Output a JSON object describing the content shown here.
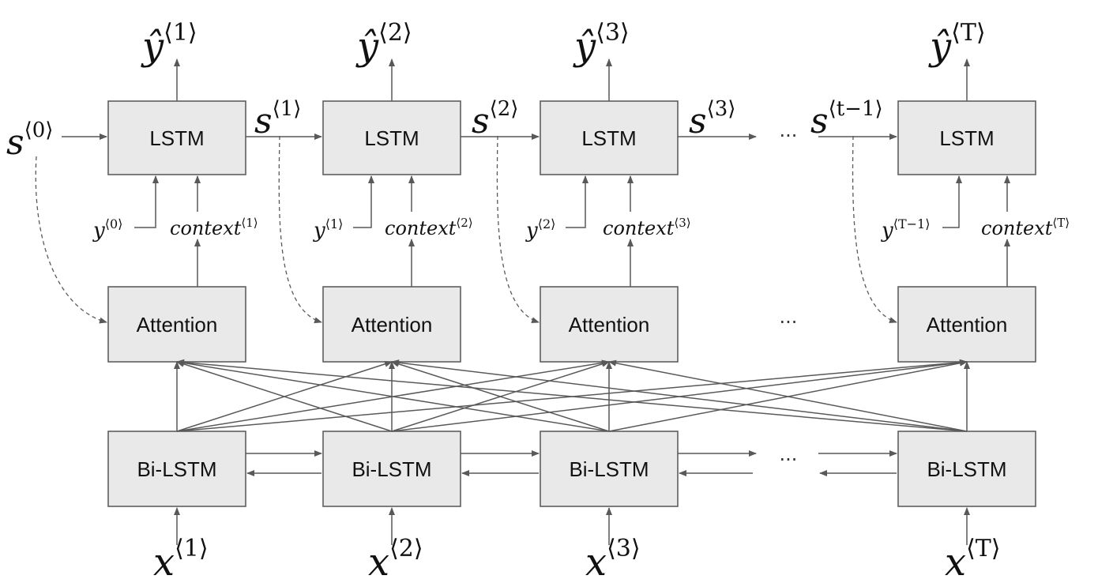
{
  "diagram": {
    "box_labels": {
      "lstm": "LSTM",
      "attention": "Attention",
      "bilstm": "Bi-LSTM"
    },
    "ellipsis": "···",
    "outputs": [
      {
        "base": "ŷ",
        "sup": "⟨1⟩"
      },
      {
        "base": "ŷ",
        "sup": "⟨2⟩"
      },
      {
        "base": "ŷ",
        "sup": "⟨3⟩"
      },
      {
        "base": "ŷ",
        "sup": "⟨T⟩"
      }
    ],
    "states": [
      {
        "base": "s",
        "sup": "⟨0⟩"
      },
      {
        "base": "s",
        "sup": "⟨1⟩"
      },
      {
        "base": "s",
        "sup": "⟨2⟩"
      },
      {
        "base": "s",
        "sup": "⟨3⟩"
      },
      {
        "base": "s",
        "sup": "⟨t−1⟩"
      }
    ],
    "prev_outputs": [
      {
        "base": "y",
        "sup": "⟨0⟩"
      },
      {
        "base": "y",
        "sup": "⟨1⟩"
      },
      {
        "base": "y",
        "sup": "⟨2⟩"
      },
      {
        "base": "y",
        "sup": "⟨T−1⟩"
      }
    ],
    "contexts": [
      {
        "base": "context",
        "sup": "⟨1⟩"
      },
      {
        "base": "context",
        "sup": "⟨2⟩"
      },
      {
        "base": "context",
        "sup": "⟨3⟩"
      },
      {
        "base": "context",
        "sup": "⟨T⟩"
      }
    ],
    "inputs": [
      {
        "base": "x",
        "sup": "⟨1⟩"
      },
      {
        "base": "x",
        "sup": "⟨2⟩"
      },
      {
        "base": "x",
        "sup": "⟨3⟩"
      },
      {
        "base": "x",
        "sup": "⟨T⟩"
      }
    ]
  }
}
